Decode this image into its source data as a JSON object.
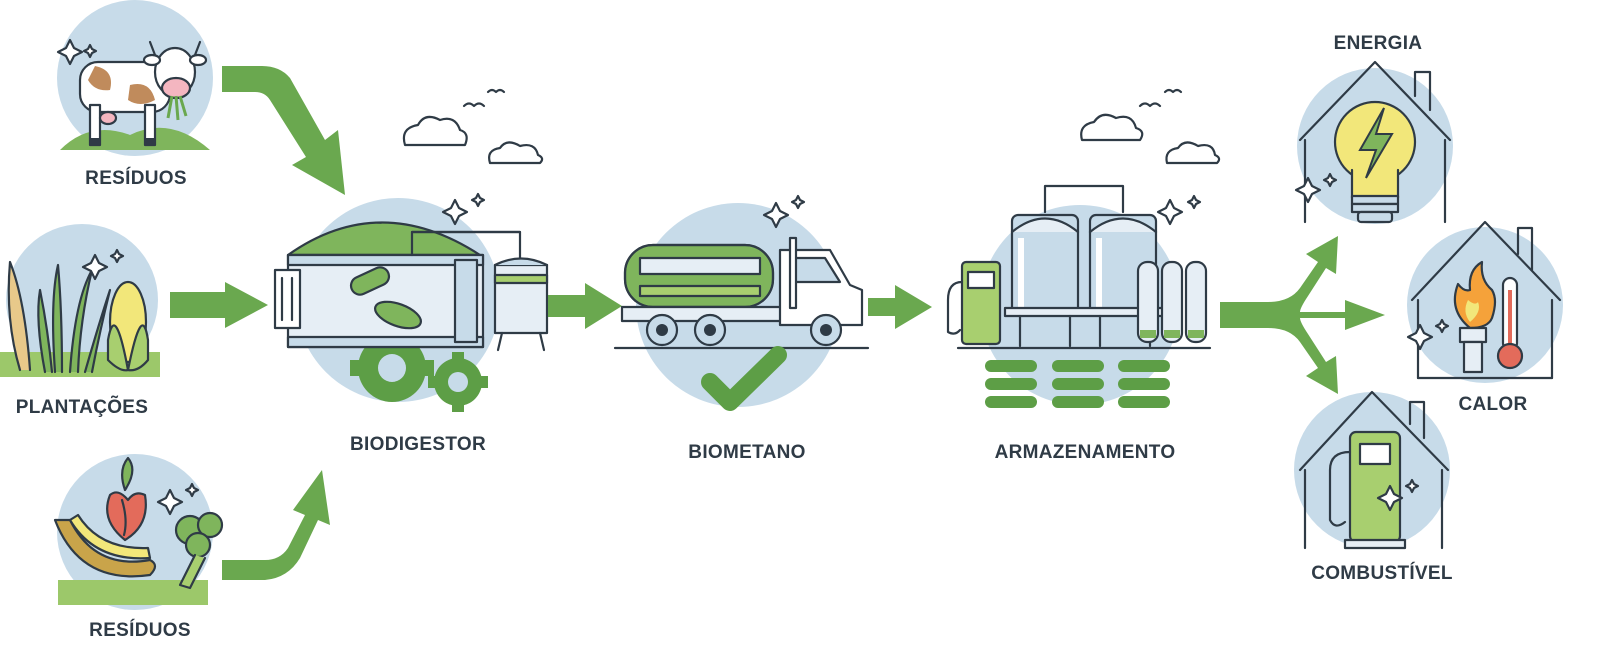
{
  "labels": {
    "residuos_top": "RESÍDUOS",
    "plantacoes": "PLANTAÇÕES",
    "residuos_bottom": "RESÍDUOS",
    "biodigestor": "BIODIGESTOR",
    "biometano": "BIOMETANO",
    "armazenamento": "ARMAZENAMENTO",
    "energia": "ENERGIA",
    "calor": "CALOR",
    "combustivel": "COMBUSTÍVEL"
  },
  "icons": {
    "cow": "cow-icon",
    "plants": "plants-icon",
    "food_waste": "food-waste-icon",
    "biodigester": "biodigester-icon",
    "tanker_truck": "tanker-truck-icon",
    "check": "checkmark-icon",
    "storage": "storage-tanks-icon",
    "lightbulb": "lightbulb-icon",
    "flame": "flame-icon",
    "fuel_pump": "fuel-pump-icon"
  },
  "colors": {
    "arrow_green": "#6aa84f",
    "accent_green": "#5d9e46",
    "light_green": "#a8cf6f",
    "circle_blue": "#c7dbe9",
    "outline": "#2f3b46",
    "bulb_yellow": "#f2e77a",
    "flame_orange": "#f5a23a"
  }
}
